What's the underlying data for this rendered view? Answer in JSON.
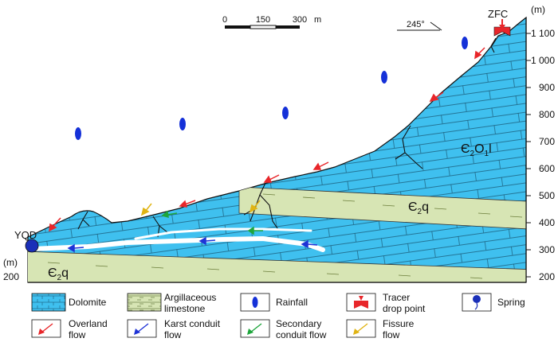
{
  "scale_bar": {
    "labels": [
      "0",
      "150",
      "300"
    ],
    "unit": "m"
  },
  "orientation": {
    "label": "245°"
  },
  "points": {
    "top": {
      "code": "ZFC"
    },
    "bottom": {
      "code": "YQD"
    }
  },
  "elevation_axis": {
    "unit": "(m)",
    "ticks": [
      "1 100",
      "1 000",
      "900",
      "800",
      "700",
      "600",
      "500",
      "400",
      "300",
      "200"
    ],
    "left_unit": "(m)",
    "left_tick": "200"
  },
  "formations": {
    "upper": {
      "base": "Є",
      "sub1": "2",
      "mid": "O",
      "sub2": "1",
      "tail": "l"
    },
    "middle": {
      "base": "Є",
      "sub": "2",
      "tail": "q"
    },
    "lower": {
      "base": "Є",
      "sub": "2",
      "tail": "q"
    }
  },
  "legend": {
    "dolomite": "Dolomite",
    "arg_1": "Argillaceous",
    "arg_2": "limestone",
    "rainfall": "Rainfall",
    "tracer_1": "Tracer",
    "tracer_2": "drop point",
    "spring": "Spring",
    "overland_1": "Overland",
    "overland_2": "flow",
    "karst_1": "Karst conduit",
    "karst_2": "flow",
    "secondary_1": "Secondary",
    "secondary_2": "conduit flow",
    "fissure_1": "Fissure",
    "fissure_2": "flow"
  },
  "colors": {
    "dolomite": "#3fc0ef",
    "limestone": "#d7e5b4",
    "overland": "#e8262a",
    "karst": "#1f33d6",
    "secondary": "#1ea63c",
    "fissure": "#e0b414",
    "rainfall": "#1531d8",
    "tracer": "#e8262a",
    "spring": "#1a2fb8"
  }
}
